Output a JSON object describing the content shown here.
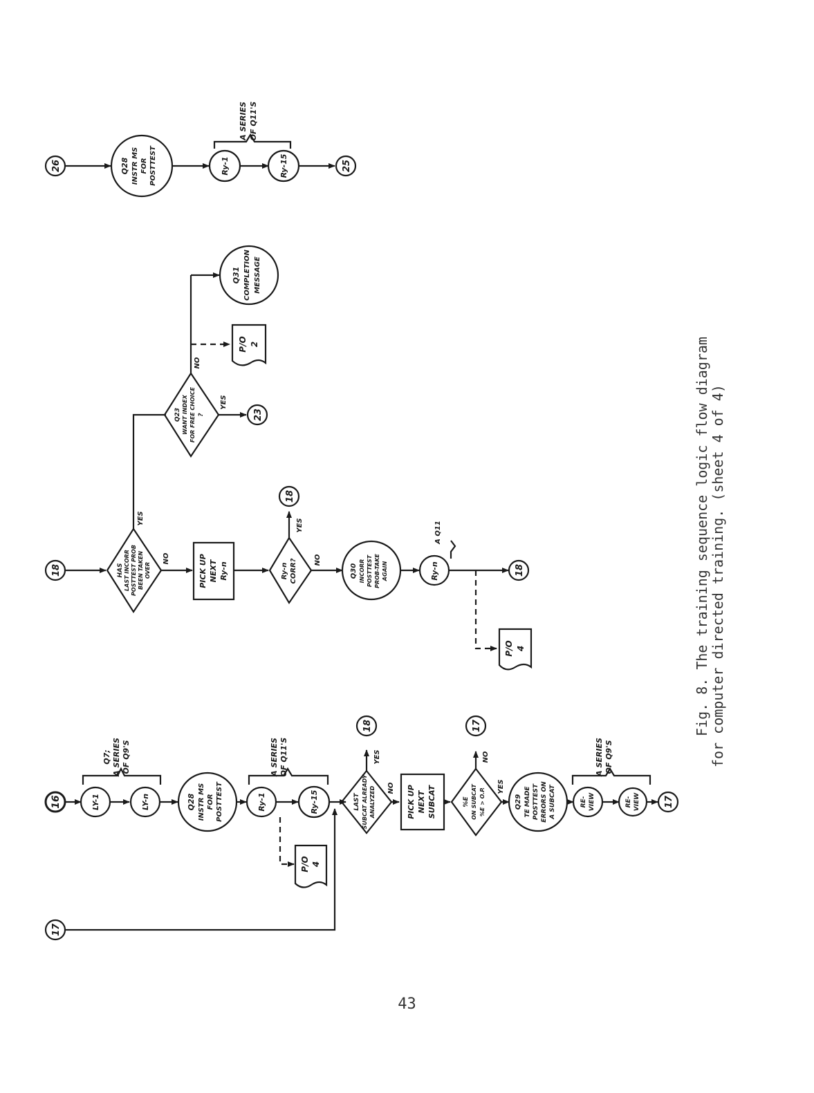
{
  "caption": {
    "line1": "Fig. 8.  The training sequence logic flow diagram",
    "line2": "for computer directed training.  (sheet 4 of 4)"
  },
  "page_number": "43",
  "lane_a": {
    "entry": "16",
    "ly1": "LY-1",
    "lyn": "LY-n",
    "brace1a": "Q7;",
    "brace1b": "A SERIES",
    "brace1c": "OF Q9'S",
    "q28": [
      "Q28",
      "INSTR MS",
      "FOR",
      "POSTTEST"
    ],
    "ry1": "Ry-1",
    "ry15": "Ry-15",
    "brace2a": "A SERIES",
    "brace2b": "OF Q11'S",
    "po": [
      "P/O",
      "4"
    ],
    "last_subcat": [
      "LAST",
      "SUBCAT ALREADY",
      "ANALYZED"
    ],
    "yes1": "YES",
    "no1": "NO",
    "goto18": "18",
    "pickup": [
      "PICK UP",
      "NEXT",
      "SUBCAT"
    ],
    "pe_subcat": [
      "%E",
      "ON SUBCAT",
      "%E > O.P."
    ],
    "no2": "NO",
    "yes2": "YES",
    "goto17a": "17",
    "q29": [
      "Q29",
      "TE MADE",
      "POSTTEST",
      "ERRORS ON",
      "A SUBCAT"
    ],
    "review1": [
      "RE-",
      "VIEW"
    ],
    "review2": [
      "RE-",
      "VIEW"
    ],
    "brace3a": "A SERIES",
    "brace3b": "OF Q9'S",
    "goto17b": "17",
    "entry17": "17"
  },
  "lane_b": {
    "entry": "18",
    "has_last": [
      "HAS",
      "LAST INCORR",
      "POSTTEST PROB",
      "BEEN TAKEN",
      "OVER"
    ],
    "yes": "YES",
    "no": "NO",
    "pickup": [
      "PICK UP",
      "NEXT",
      "Ry-n"
    ],
    "ryn_corr": [
      "Ry-n",
      "CORR?"
    ],
    "yes2": "YES",
    "no2": "NO",
    "goto18a": "18",
    "q30": [
      "Q30",
      "INCORR",
      "POSTTEST",
      "PROB-TAKE",
      "AGAIN"
    ],
    "ryn": "Ry-n",
    "aq11": "A Q11",
    "goto18b": "18",
    "po": [
      "P/O",
      "4"
    ]
  },
  "lane_c": {
    "q23": [
      "Q23",
      "WANT INDEX",
      "FOR FREE CHOICE",
      "?"
    ],
    "no": "NO",
    "yes": "YES",
    "goto23": "23",
    "po": [
      "P/O",
      "2"
    ],
    "q31": [
      "Q31",
      "COMPLETION",
      "MESSAGE"
    ]
  },
  "lane_d": {
    "entry": "26",
    "q28": [
      "Q28",
      "INSTR MS",
      "FOR",
      "POSTTEST"
    ],
    "ry1": "Ry-1",
    "ry15": "Ry-15",
    "brace_a": "A SERIES",
    "brace_b": "OF Q11'S",
    "goto25": "25"
  }
}
